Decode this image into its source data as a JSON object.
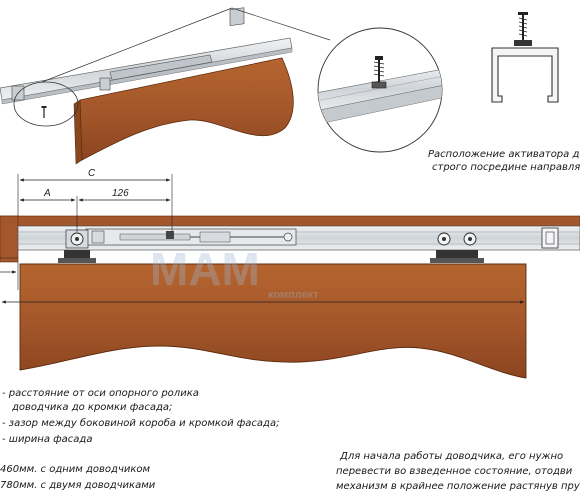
{
  "colors": {
    "wood": "#a4572a",
    "wood_dark": "#7d3f1c",
    "rail": "#dcdfe2",
    "line": "#2a2a2a",
    "watermark": "#9fb6cf"
  },
  "icons": [
    "screw-icon",
    "magnifier-circle",
    "profile-cross-section"
  ],
  "watermark": {
    "main": "МАМ",
    "sub": "комплект"
  },
  "dimensions": {
    "c": "C",
    "a": "A",
    "value_126": "126"
  },
  "notes": {
    "activator_line1": "Расположение активатора до",
    "activator_line2": "строго посредине направляю",
    "legend1_line1": "- расстояние от оси опорного ролика",
    "legend1_line2": "доводчика до кромки фасада;",
    "legend2": "- зазор между боковиной короба и кромкой фасада;",
    "legend3": "- ширина фасада",
    "width_one": "460мм. с одним доводчиком",
    "width_two": "780мм. с двумя доводчиками",
    "start_line1": "Для начала работы доводчика, его нужно",
    "start_line2": "перевести во взведенное состояние, отодви",
    "start_line3": "механизм в крайнее положение растянув пру"
  }
}
